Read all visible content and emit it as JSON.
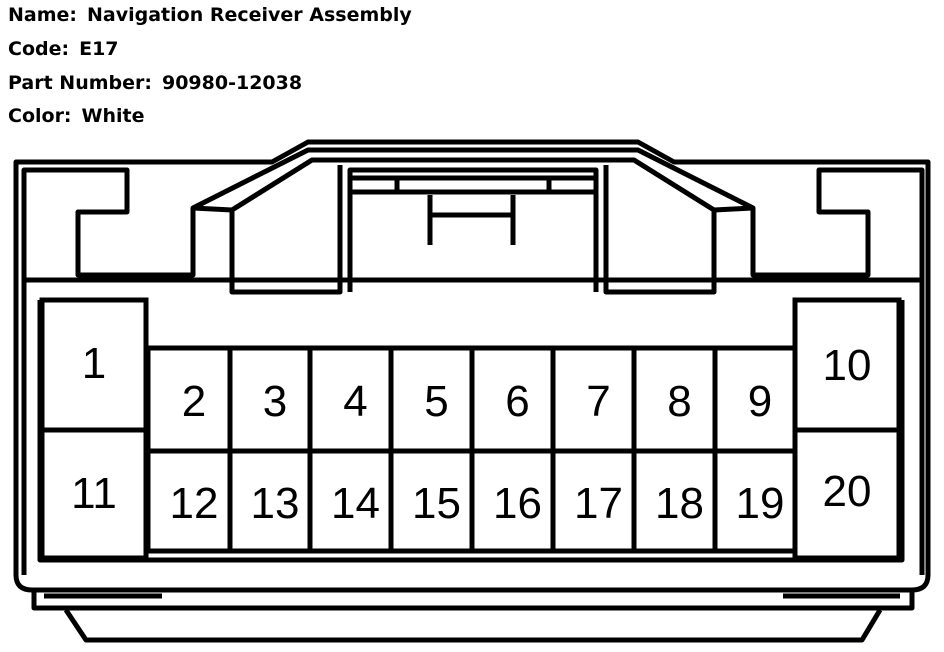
{
  "info": {
    "name_label": "Name:",
    "name_value": "Navigation Receiver Assembly",
    "code_label": "Code:",
    "code_value": "E17",
    "part_label": "Part Number:",
    "part_value": "90980-12038",
    "color_label": "Color:",
    "color_value": "White"
  },
  "connector": {
    "pins": [
      "1",
      "2",
      "3",
      "4",
      "5",
      "6",
      "7",
      "8",
      "9",
      "10",
      "11",
      "12",
      "13",
      "14",
      "15",
      "16",
      "17",
      "18",
      "19",
      "20"
    ]
  }
}
